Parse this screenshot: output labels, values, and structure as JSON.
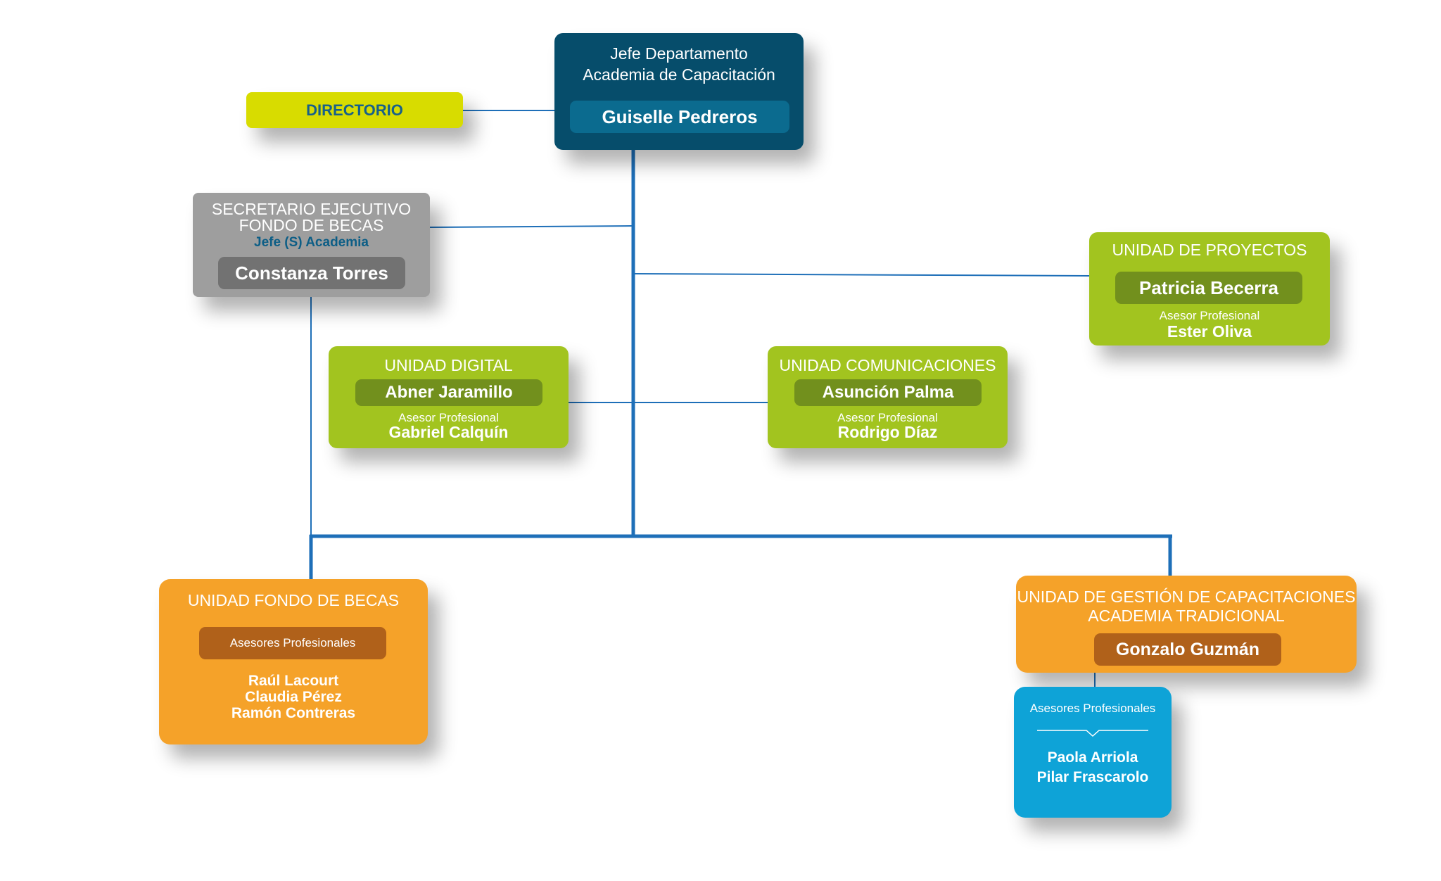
{
  "colors": {
    "connector": "#1e6fb8",
    "jefe": "#064d6b",
    "directorio": "#d8dc00",
    "secretario": "#9e9e9e",
    "unidad_green": "#a2c41f",
    "unidad_orange": "#f5a229",
    "asesores_blue": "#0ea3d7"
  },
  "jefe": {
    "title_line1": "Jefe Departamento",
    "title_line2": "Academia de Capacitación",
    "name": "Guiselle Pedreros"
  },
  "directorio": {
    "label": "DIRECTORIO"
  },
  "secretario": {
    "title_line1": "SECRETARIO EJECUTIVO",
    "title_line2": "FONDO DE BECAS",
    "subtitle": "Jefe (S) Academia",
    "name": "Constanza Torres"
  },
  "unidad_proyectos": {
    "title": "UNIDAD DE PROYECTOS",
    "name": "Patricia Becerra",
    "role": "Asesor Profesional",
    "advisor": "Ester Oliva"
  },
  "unidad_digital": {
    "title": "UNIDAD DIGITAL",
    "name": "Abner Jaramillo",
    "role": "Asesor Profesional",
    "advisor": "Gabriel Calquín"
  },
  "unidad_comunicaciones": {
    "title": "UNIDAD COMUNICACIONES",
    "name": "Asunción Palma",
    "role": "Asesor Profesional",
    "advisor": "Rodrigo Díaz"
  },
  "unidad_fondo_becas": {
    "title": "UNIDAD FONDO DE BECAS",
    "role": "Asesores Profesionales",
    "advisors": [
      "Raúl Lacourt",
      "Claudia Pérez",
      "Ramón Contreras"
    ]
  },
  "unidad_gestion": {
    "title_line1": "UNIDAD DE GESTIÓN DE CAPACITACIONES",
    "title_line2": "ACADEMIA TRADICIONAL",
    "name": "Gonzalo Guzmán"
  },
  "asesores_gestion": {
    "role": "Asesores Profesionales",
    "advisors": [
      "Paola Arriola",
      "Pilar Frascarolo"
    ]
  }
}
